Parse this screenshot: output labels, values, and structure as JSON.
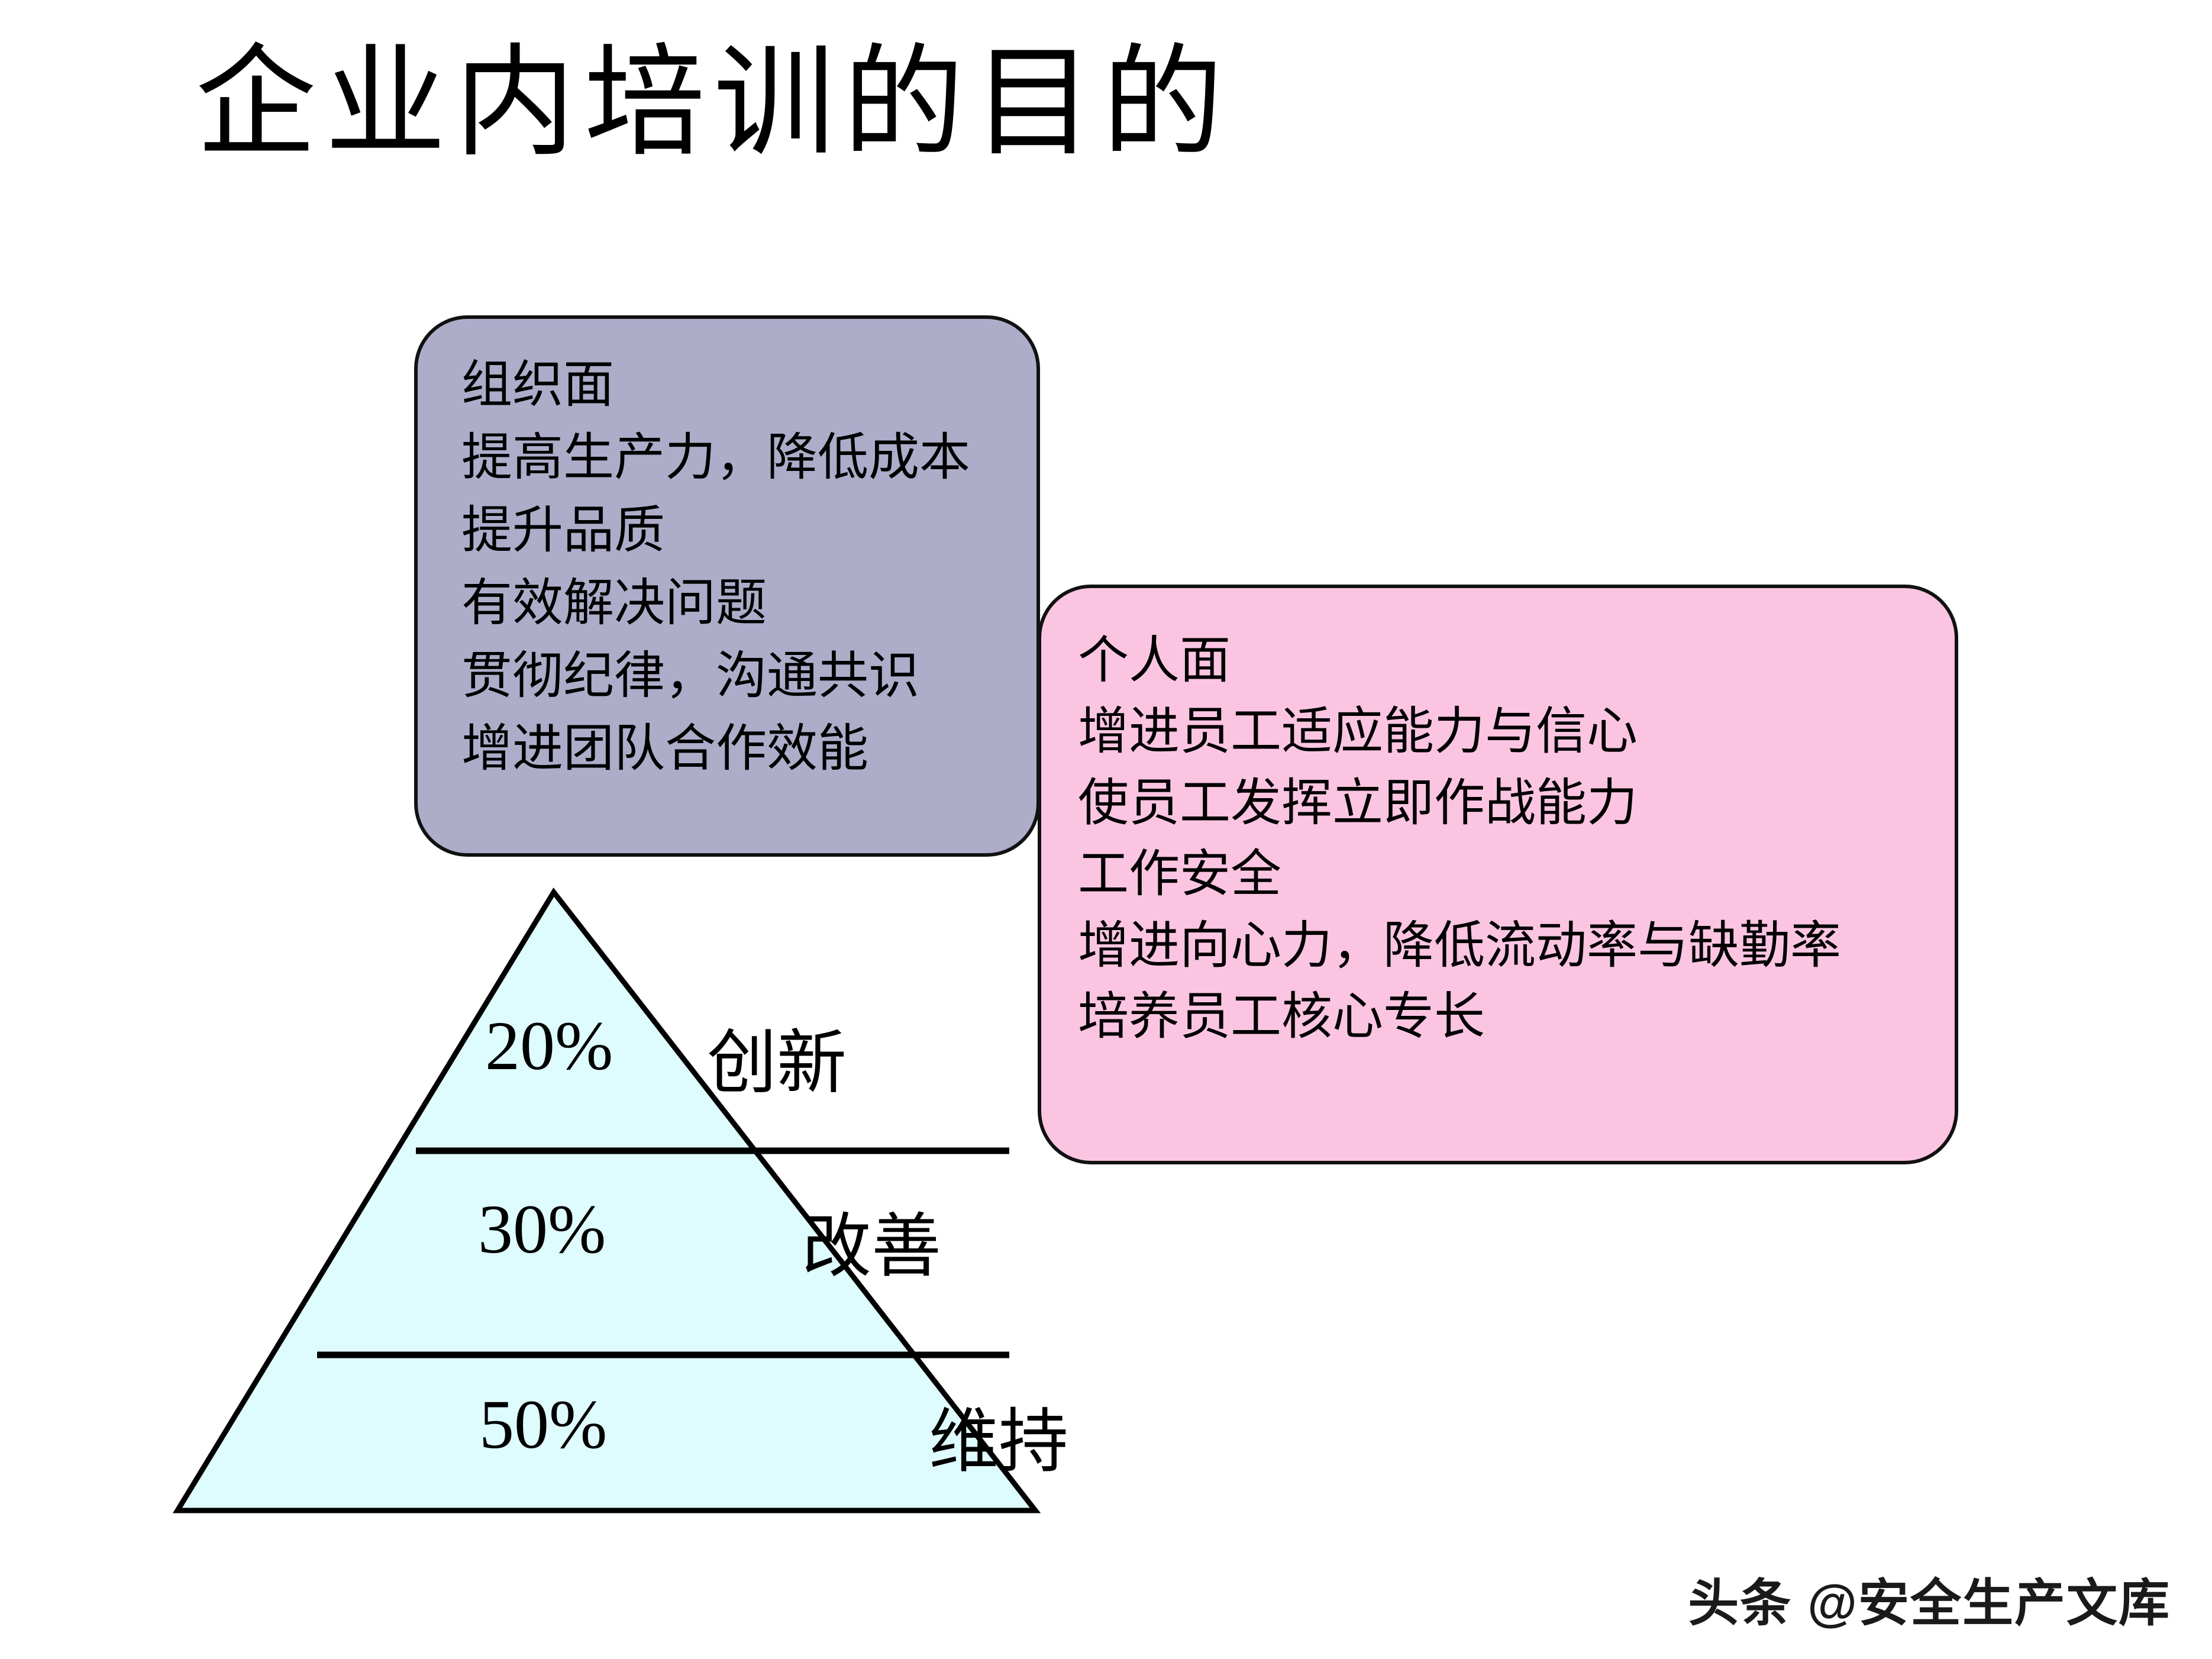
{
  "slide": {
    "title": "企业内培训的目的",
    "background_color": "#FFFFFF"
  },
  "organization_box": {
    "heading": "组织面",
    "fill_color": "#ADADCA",
    "border_color": "#111111",
    "lines": [
      "组织面",
      "提高生产力，降低成本",
      "提升品质",
      "有效解决问题",
      "贯彻纪律，沟通共识",
      "增进团队合作效能"
    ]
  },
  "individual_box": {
    "heading": "个人面",
    "fill_color": "#FBCBE5",
    "border_color": "#111111",
    "lines": [
      "个人面",
      "增进员工适应能力与信心",
      "使员工发挥立即作战能力",
      "工作安全",
      "增进向心力，降低流动率与缺勤率",
      "培养员工核心专长"
    ]
  },
  "chart_data": {
    "type": "pie",
    "title": "",
    "shape": "pyramid",
    "fill_color": "#DEFCFE",
    "stroke_color": "#000000",
    "categories": [
      "创新",
      "改善",
      "维持"
    ],
    "values": [
      20,
      30,
      50
    ],
    "value_labels": [
      "20%",
      "30%",
      "50%"
    ],
    "unit": "%",
    "order": "top-to-bottom",
    "legend": "inline-right"
  },
  "watermark": {
    "text": "头条 @安全生产文库"
  }
}
